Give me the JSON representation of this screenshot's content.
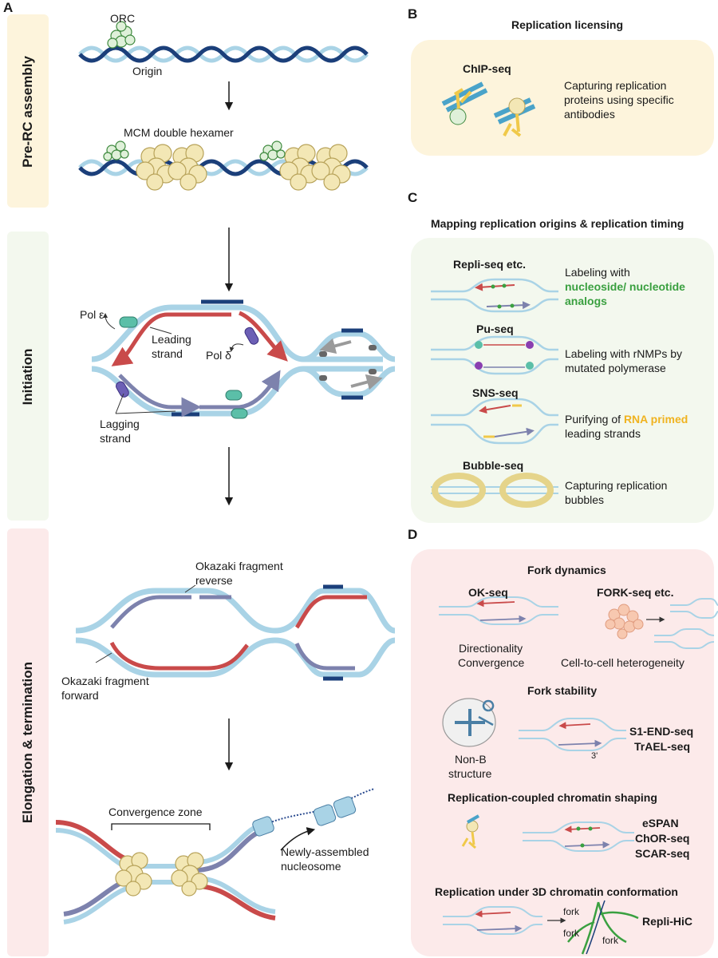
{
  "panels": {
    "A": "A",
    "B": "B",
    "C": "C",
    "D": "D"
  },
  "panelA": {
    "stages": {
      "prerc": "Pre-RC assembly",
      "initiation": "Initiation",
      "elongation": "Elongation & termination"
    },
    "labels": {
      "orc": "ORC",
      "origin": "Origin",
      "mcm": "MCM double hexamer",
      "pol_e": "Pol ε",
      "leading1": "Leading",
      "leading2": "strand",
      "pol_d": "Pol δ",
      "lagging1": "Lagging",
      "lagging2": "strand",
      "okazaki_rev1": "Okazaki fragment",
      "okazaki_rev2": "reverse",
      "okazaki_fwd1": "Okazaki fragment",
      "okazaki_fwd2": "forward",
      "convergence": "Convergence zone",
      "nucleosome1": "Newly-assembled",
      "nucleosome2": "nucleosome"
    }
  },
  "panelB": {
    "title": "Replication licensing",
    "method": "ChIP-seq",
    "desc1": "Capturing replication",
    "desc2": "proteins using specific",
    "desc3": "antibodies"
  },
  "panelC": {
    "title": "Mapping replication origins & replication timing",
    "methods": [
      {
        "name": "Repli-seq etc.",
        "line1": "Labeling with",
        "line2_green": "nucleoside/ nucleotide",
        "line3_green": "analogs"
      },
      {
        "name": "Pu-seq",
        "line1": "Labeling with rNMPs by",
        "line2": "mutated polymerase"
      },
      {
        "name": "SNS-seq",
        "line1_pre": "Purifying of ",
        "line1_yellow": "RNA primed",
        "line2": "leading strands"
      },
      {
        "name": "Bubble-seq",
        "line1": "Capturing replication",
        "line2": "bubbles"
      }
    ]
  },
  "panelD": {
    "fork_dynamics": "Fork dynamics",
    "okseq": "OK-seq",
    "forkseq": "FORK-seq etc.",
    "directionality": "Directionality",
    "convergence": "Convergence",
    "heterogeneity": "Cell-to-cell heterogeneity",
    "fork_stability": "Fork stability",
    "nonb1": "Non-B",
    "nonb2": "structure",
    "three_prime": "3'",
    "s1end": "S1-END-seq",
    "trael": "TrAEL-seq",
    "chromatin": "Replication-coupled chromatin shaping",
    "espan": "eSPAN",
    "chorseq": "ChOR-seq",
    "scarseq": "SCAR-seq",
    "threeD": "Replication under 3D chromatin conformation",
    "fork1": "fork",
    "fork2": "fork",
    "fork3": "fork",
    "replihic": "Repli-HiC"
  },
  "colors": {
    "lightblue": "#a9d3e6",
    "darkblue": "#1b3f7a",
    "red": "#c94a4a",
    "lavender": "#7d82ad",
    "teal": "#5bbfa8",
    "purple": "#6c5fb5",
    "gray": "#8a8a8a",
    "mcm": "#f3e7b5",
    "orc": "#dff0d9",
    "green_text": "#3aa040",
    "yellow_text": "#f0b320"
  }
}
